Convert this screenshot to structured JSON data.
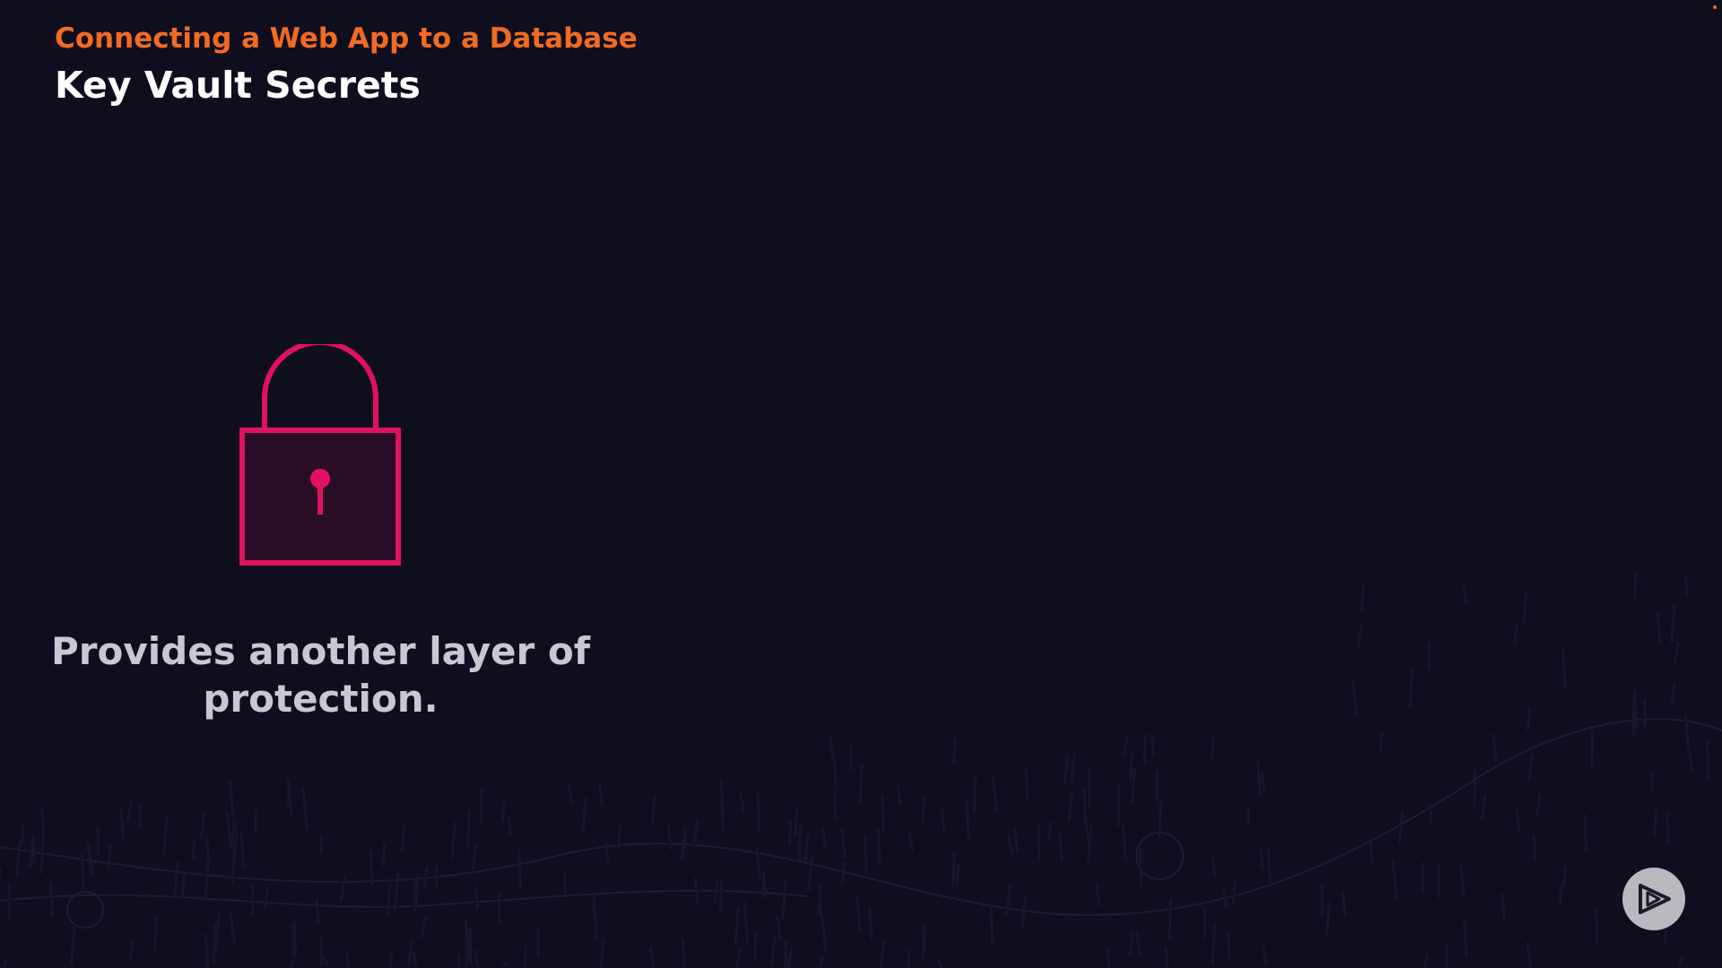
{
  "header": {
    "course_title": "Connecting a Web App to a Database",
    "slide_title": "Key Vault Secrets"
  },
  "main": {
    "icon": "padlock-icon",
    "caption": "Provides another layer of protection."
  },
  "player": {
    "button_icon": "play-logo-icon"
  },
  "colors": {
    "background": "#0f0e1f",
    "accent_orange": "#f26b21",
    "lock_pink": "#e0115f",
    "lock_fill": "#2b0c26",
    "caption_gray": "#c9c8d1",
    "button_gray": "#b9b9bf"
  }
}
